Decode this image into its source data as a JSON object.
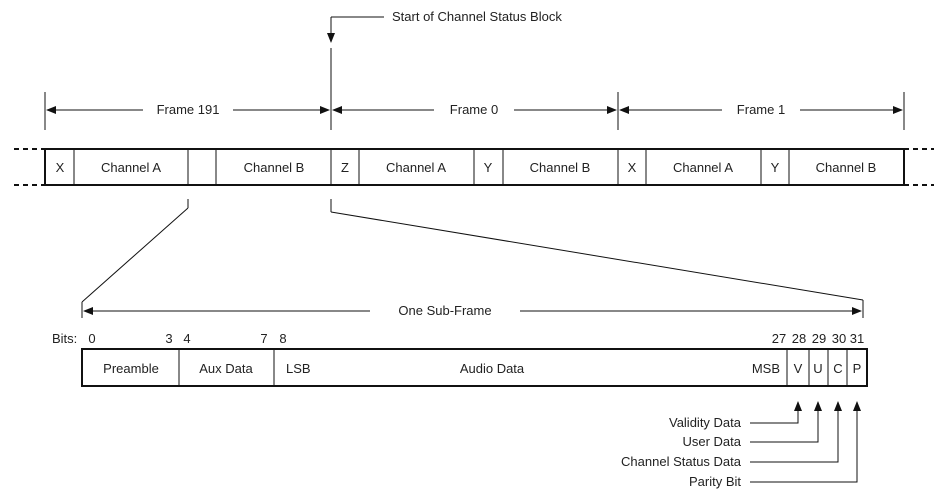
{
  "top_note": "Start of Channel Status Block",
  "frames": [
    {
      "label": "Frame 191"
    },
    {
      "label": "Frame 0"
    },
    {
      "label": "Frame 1"
    }
  ],
  "stream_cells": [
    "X",
    "Channel A",
    "",
    "Channel B",
    "Z",
    "Channel A",
    "Y",
    "Channel B",
    "X",
    "Channel A",
    "Y",
    "Channel B"
  ],
  "subframe": {
    "label": "One Sub-Frame",
    "bits_label": "Bits:",
    "bit_numbers": [
      "0",
      "3",
      "4",
      "7",
      "8",
      "27",
      "28",
      "29",
      "30",
      "31"
    ],
    "cells": [
      "Preamble",
      "Aux Data",
      "LSB",
      "Audio Data",
      "MSB",
      "V",
      "U",
      "C",
      "P"
    ]
  },
  "callouts": [
    "Validity Data",
    "User Data",
    "Channel Status Data",
    "Parity Bit"
  ]
}
